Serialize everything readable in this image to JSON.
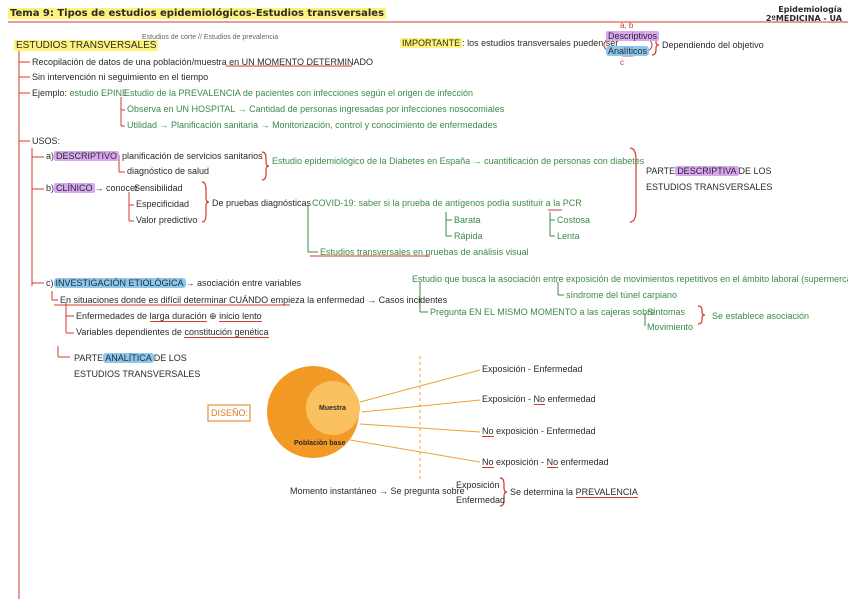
{
  "header": {
    "title": "Tema 9: Tipos de estudios epidemiológicos-Estudios transversales",
    "subject": "Epidemiología",
    "course": "2ºMEDICINA - UA"
  },
  "root": {
    "label": "ESTUDIOS TRANSVERSALES",
    "aside": "Estudios de corte // Estudios de prevalencia"
  },
  "importante": {
    "label": "IMPORTANTE",
    "text": ": los estudios transversales pueden ser",
    "opt1": "Descriptivos",
    "opt2": "Analíticos",
    "mark_a": "a, b",
    "mark_c": "c",
    "result": "Dependiendo del objetivo"
  },
  "points": {
    "p1_pre": "Recopilación de datos de una población/muestra en",
    "p1_em": "UN MOMENTO DETERMINADO",
    "p2": "Sin intervención ni seguimiento en el tiempo",
    "p3_pre": "Ejemplo:",
    "p3_green": "estudio EPINE",
    "p3a": "Estudio de la PREVALENCIA de pacientes con infecciones según el origen de infección",
    "p3b_pre": "Observa en",
    "p3b_em": "UN HOSPITAL",
    "p3b_post": "→ Cantidad de personas ingresadas por infecciones nosocomiales",
    "p3c": "Utilidad → Planificación sanitaria → Monitorización, control y conocimiento de enfermedades"
  },
  "usos": {
    "label": "USOS:",
    "a_prefix": "a)",
    "a_label": "DESCRIPTIVO",
    "a1": "planificación de servicios sanitarios",
    "a2": "diagnóstico de salud",
    "a_example": "Estudio epidemiológico de la Diabetes en España → cuantificación de personas con diabetes",
    "b_prefix": "b)",
    "b_label": "CLÍNICO",
    "b_conocer": "→ conocer",
    "b1": "Sensibilidad",
    "b2": "Especificidad",
    "b3": "Valor predictivo",
    "b_pruebas": "De pruebas diagnósticas",
    "covid_pre": "COVID-19: saber si la prueba de",
    "covid_em1": "antígenos",
    "covid_mid": "podía sustituir a la",
    "covid_em2": "PCR",
    "barata": "Barata",
    "rapida": "Rápida",
    "costosa": "Costosa",
    "lenta": "Lenta",
    "b_visual": "Estudios transversales en pruebas de análisis visual",
    "parte_desc_pre": "PARTE",
    "parte_desc_hl": "DESCRIPTIVA",
    "parte_desc_post": "DE LOS",
    "parte_desc_line2": "ESTUDIOS TRANSVERSALES",
    "c_prefix": "c)",
    "c_label": "INVESTIGACIÓN ETIOLÓGICA",
    "c_assoc": "→ asociación entre variables",
    "c_estudio": "Estudio que busca la asociación entre",
    "c_expo": "exposición de movimientos repetitivos en el ámbito laboral (supermercado)",
    "c_sindrome": "síndrome del túnel carpiano",
    "c_pregunta": "Pregunta EN EL MISMO MOMENTO a las cajeras sobre",
    "c_sintomas": "Síntomas",
    "c_movimiento": "Movimiento",
    "c_asociacion": "Se establece asociación",
    "c_dificil": "En situaciones donde es difícil determinar CUÁNDO empieza la enfermedad → Casos incidentes",
    "c_enf_pre": "Enfermedades de",
    "c_enf_em1": "larga duración",
    "c_enf_em2": "inicio lento",
    "c_var_pre": "Variables dependientes de",
    "c_var_em": "constitución genética",
    "parte_anal_pre": "PARTE",
    "parte_anal_hl": "ANALÍTICA",
    "parte_anal_post": "DE LOS",
    "parte_anal_line2": "ESTUDIOS TRANSVERSALES"
  },
  "diseno": {
    "label": "DISEÑO:",
    "muestra": "Muestra",
    "poblacion": "Población base",
    "out1": "Exposición - Enfermedad",
    "out2_pre": "Exposición -",
    "out2_em": "No",
    "out2_post": "enfermedad",
    "out3_em": "No",
    "out3_post": "exposición - Enfermedad",
    "out4_em1": "No",
    "out4_mid": "exposición -",
    "out4_em2": "No",
    "out4_post": "enfermedad",
    "momento": "Momento instantáneo → Se pregunta sobre",
    "exposicion": "Exposición",
    "enfermedad": "Enfermedad",
    "determina_pre": "Se determina la",
    "determina_em": "PREVALENCIA"
  },
  "colors": {
    "accent_red": "#d23a2a",
    "green": "#3d8a4a",
    "orange": "#e07a1a",
    "yellow": "#fff27a",
    "purple": "#d7a8f0",
    "blue": "#8cc8ee"
  }
}
